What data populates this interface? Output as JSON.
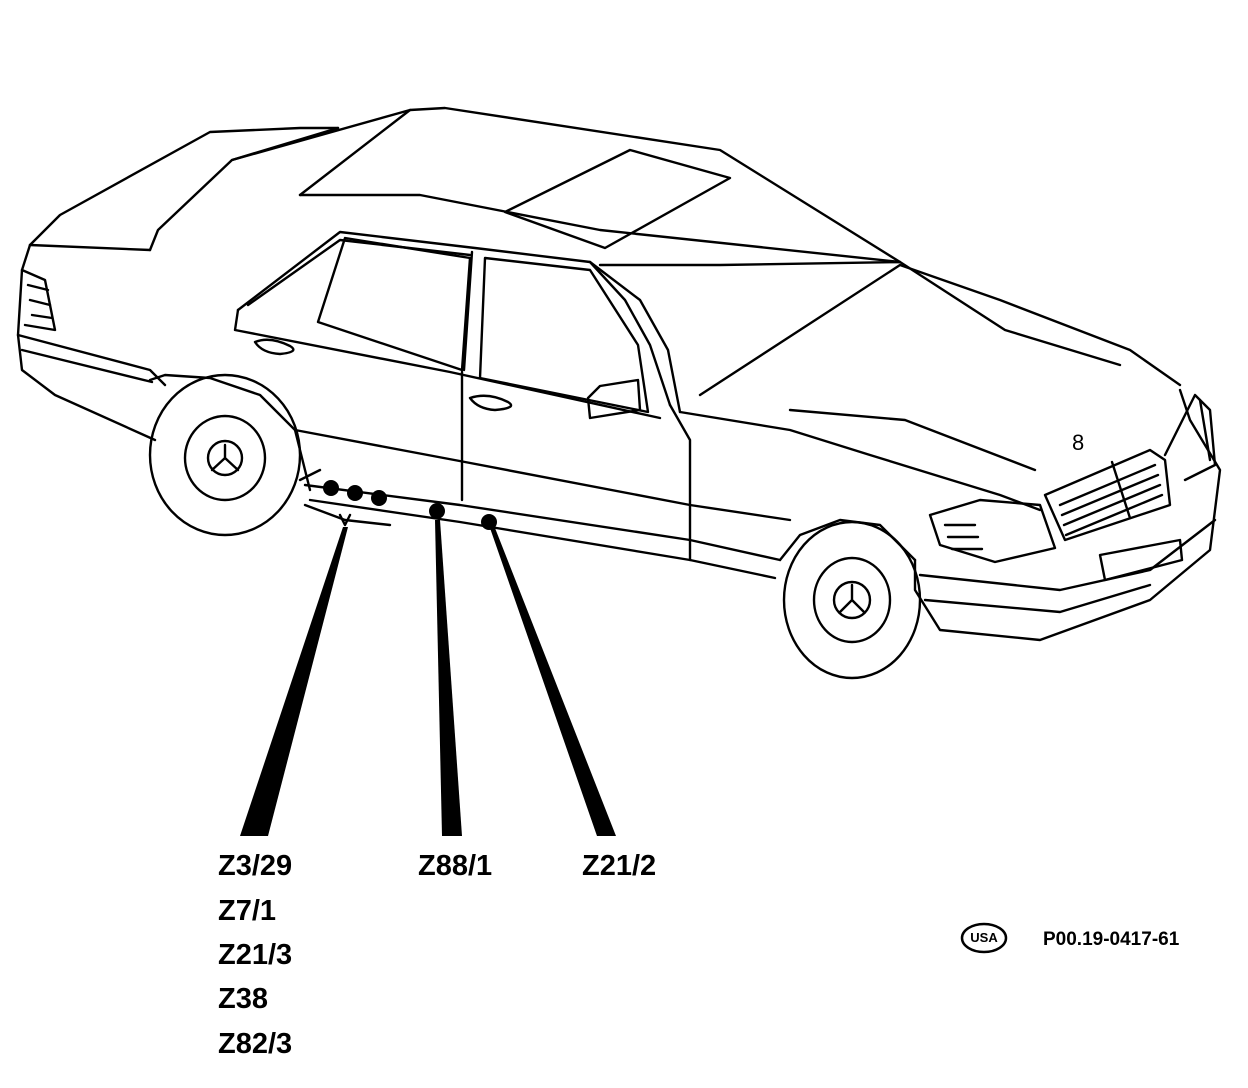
{
  "diagram": {
    "labels_group_left": [
      "Z3/29",
      "Z7/1",
      "Z21/3",
      "Z38",
      "Z82/3"
    ],
    "label_center": "Z88/1",
    "label_right": "Z21/2",
    "region_badge": "USA",
    "figure_code": "P00.19-0417-61"
  }
}
